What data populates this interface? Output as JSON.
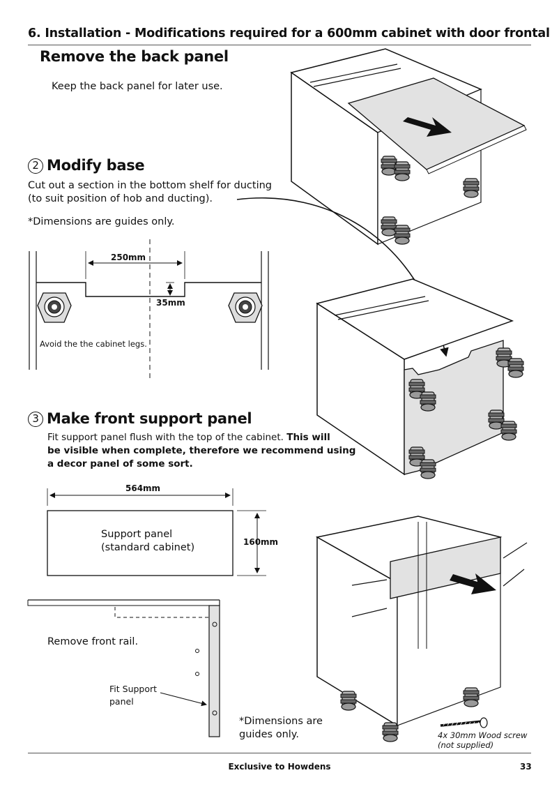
{
  "header": {
    "title": "6. Installation - Modifications required for a 600mm cabinet with door frontal"
  },
  "step1": {
    "heading": "Remove the back panel",
    "text": "Keep the back panel for later use."
  },
  "step2": {
    "number": "2",
    "heading": "Modify base",
    "text_line1": "Cut out a section in the bottom shelf for ducting",
    "text_line2": "(to suit position of hob and ducting).",
    "note": "*Dimensions are guides only.",
    "dim_width": "250mm",
    "dim_depth": "35mm",
    "legs_note": "Avoid the the cabinet legs."
  },
  "step3": {
    "number": "3",
    "heading": "Make front support panel",
    "text_plain": "Fit support panel flush with the top of the cabinet. ",
    "text_bold_1": "This will",
    "text_bold_2": "be visible when complete, therefore we recommend using",
    "text_bold_3": "a decor panel of some sort.",
    "dim_width": "564mm",
    "dim_height": "160mm",
    "panel_label_1": "Support panel",
    "panel_label_2": "(standard cabinet)",
    "remove_rail": "Remove front rail.",
    "fit_support_1": "Fit Support",
    "fit_support_2": "panel",
    "note_1": "*Dimensions are",
    "note_2": "guides only.",
    "screw_1": "4x 30mm Wood screw",
    "screw_2": "(not supplied)"
  },
  "footer": {
    "text": "Exclusive to Howdens",
    "page": "33"
  }
}
